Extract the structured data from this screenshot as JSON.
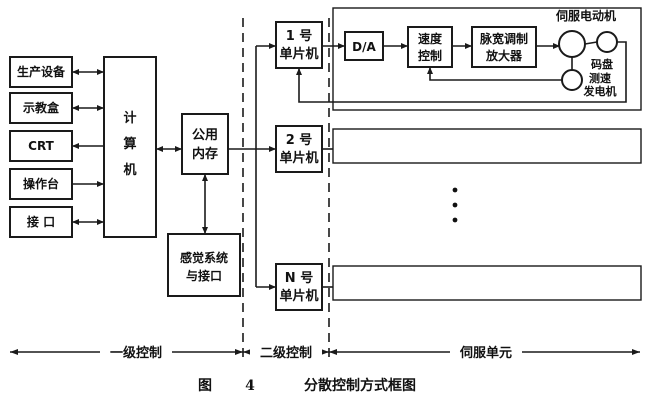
{
  "peripherals": [
    "生产设备",
    "示教盒",
    "CRT",
    "操作台",
    "接 口"
  ],
  "computer": [
    "计",
    "算",
    "机"
  ],
  "shared_memory": [
    "公用",
    "内存"
  ],
  "sensing": [
    "感觉系统",
    "与接口"
  ],
  "mcu1": [
    "1 号",
    "单片机"
  ],
  "mcu2": [
    "2 号",
    "单片机"
  ],
  "mcuN": [
    "N 号",
    "单片机"
  ],
  "servo": {
    "da": "D/A",
    "speed_ctrl": [
      "速度",
      "控制"
    ],
    "pwm_amp": [
      "脉宽调制",
      "放大器"
    ],
    "motor_label": "伺服电动机",
    "encoder": "码盘",
    "tacho": [
      "测速",
      "发电机"
    ]
  },
  "ellipsis": "⋮",
  "levels": {
    "first": "一级控制",
    "second": "二级控制",
    "servo_unit": "伺服单元"
  },
  "caption": {
    "fig": "图",
    "num": "4",
    "title": "分散控制方式框图"
  }
}
